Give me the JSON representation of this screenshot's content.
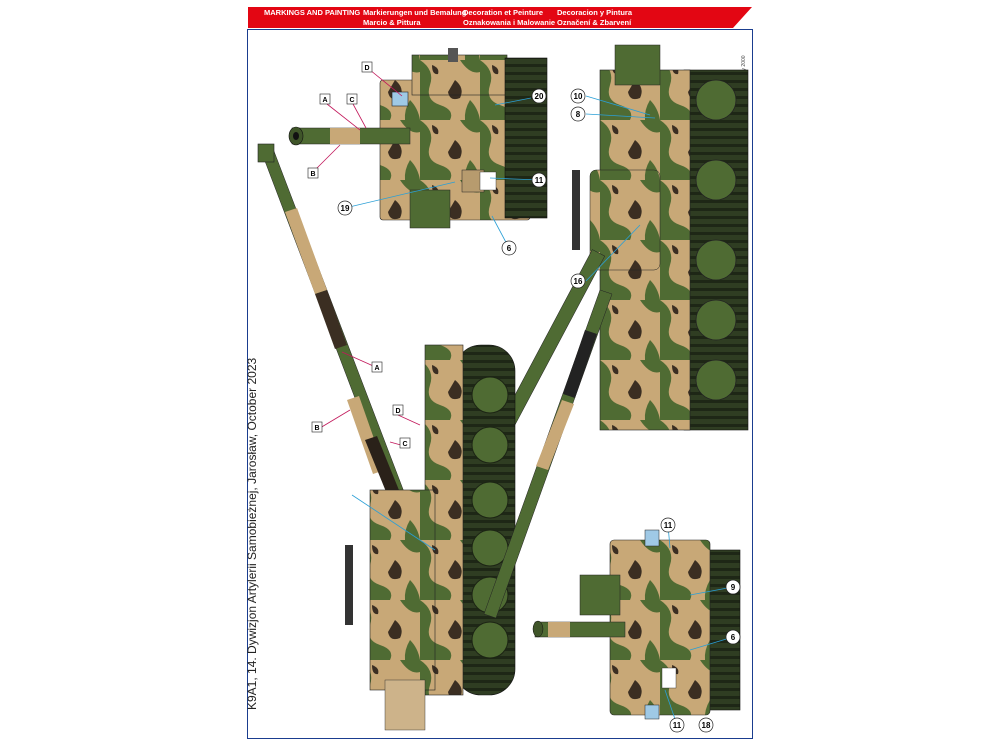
{
  "header": {
    "col1": [
      "MARKINGS AND PAINTING",
      ""
    ],
    "col2": [
      "Markierungen und Bemalung",
      "Marcio & Pittura"
    ],
    "col3": [
      "Decoration et Peinture",
      "Oznakowania i Malowanie"
    ],
    "col4": [
      "Decoracion y Pintura",
      "Označení & Zbarvení"
    ]
  },
  "title": "K9A1, 14. Dywizjon Artylerii Samobieżnej, Jarosław, October 2023",
  "copyright": "© 2024 Hobby 2000",
  "callouts": {
    "A": "A",
    "B": "B",
    "C": "C",
    "D": "D",
    "n20": "20",
    "n11": "11",
    "n19": "19",
    "n6": "6",
    "n10": "10",
    "n8": "8",
    "n16": "16",
    "n9": "9",
    "n18": "18"
  },
  "colors": {
    "red": "#e30613",
    "frame": "#1a3d8f",
    "green": "#4f6b33",
    "sand": "#c8a877",
    "dark": "#3b2e22"
  }
}
